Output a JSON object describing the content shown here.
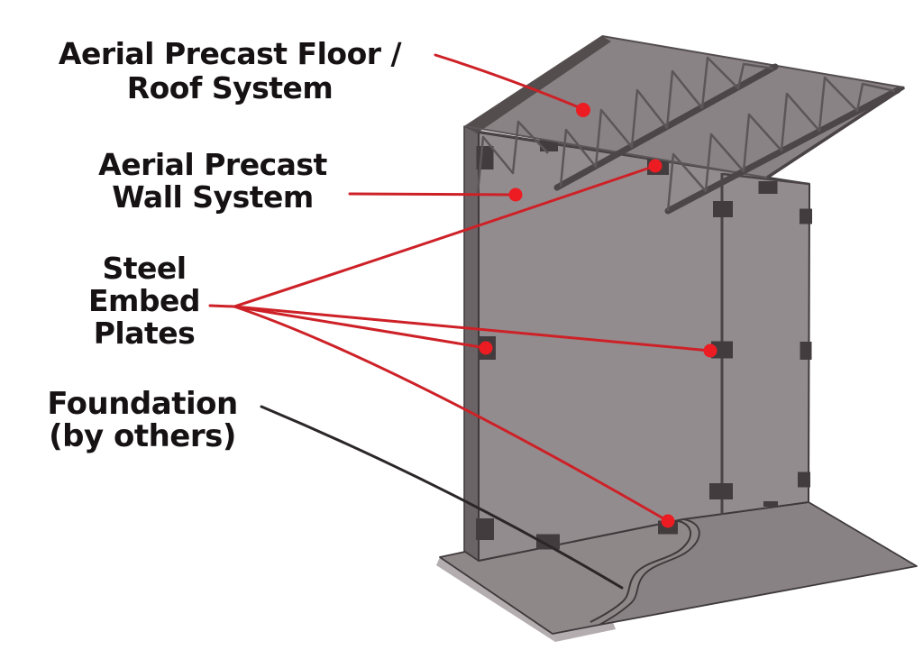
{
  "labels": {
    "roof": {
      "line1": "Aerial Precast Floor /",
      "line2": "Roof System"
    },
    "wall": {
      "line1": "Aerial Precast",
      "line2": "Wall System"
    },
    "embed": {
      "line1": "Steel",
      "line2": "Embed",
      "line3": "Plates"
    },
    "foundation": {
      "line1": "Foundation",
      "line2": "(by others)"
    }
  },
  "colors": {
    "background": "#ffffff",
    "label_text": "#161213",
    "leader_red": "#cd2127",
    "dot_red": "#ec1c22",
    "leader_black": "#2b2729",
    "roof_surface": "#8a8385",
    "roof_edge_band": "#534d4e",
    "wall_front": "#938c8e",
    "wall_side": "#6b6466",
    "panel_joint": "#4a4446",
    "embed_plate": "#433c3e",
    "truss": "#5d5658",
    "joist_bar": "#4c4648",
    "foundation_near": "#8f8889",
    "foundation_far": "#898284",
    "foundation_side": "#b4adaf",
    "outline": "#3e393b"
  }
}
